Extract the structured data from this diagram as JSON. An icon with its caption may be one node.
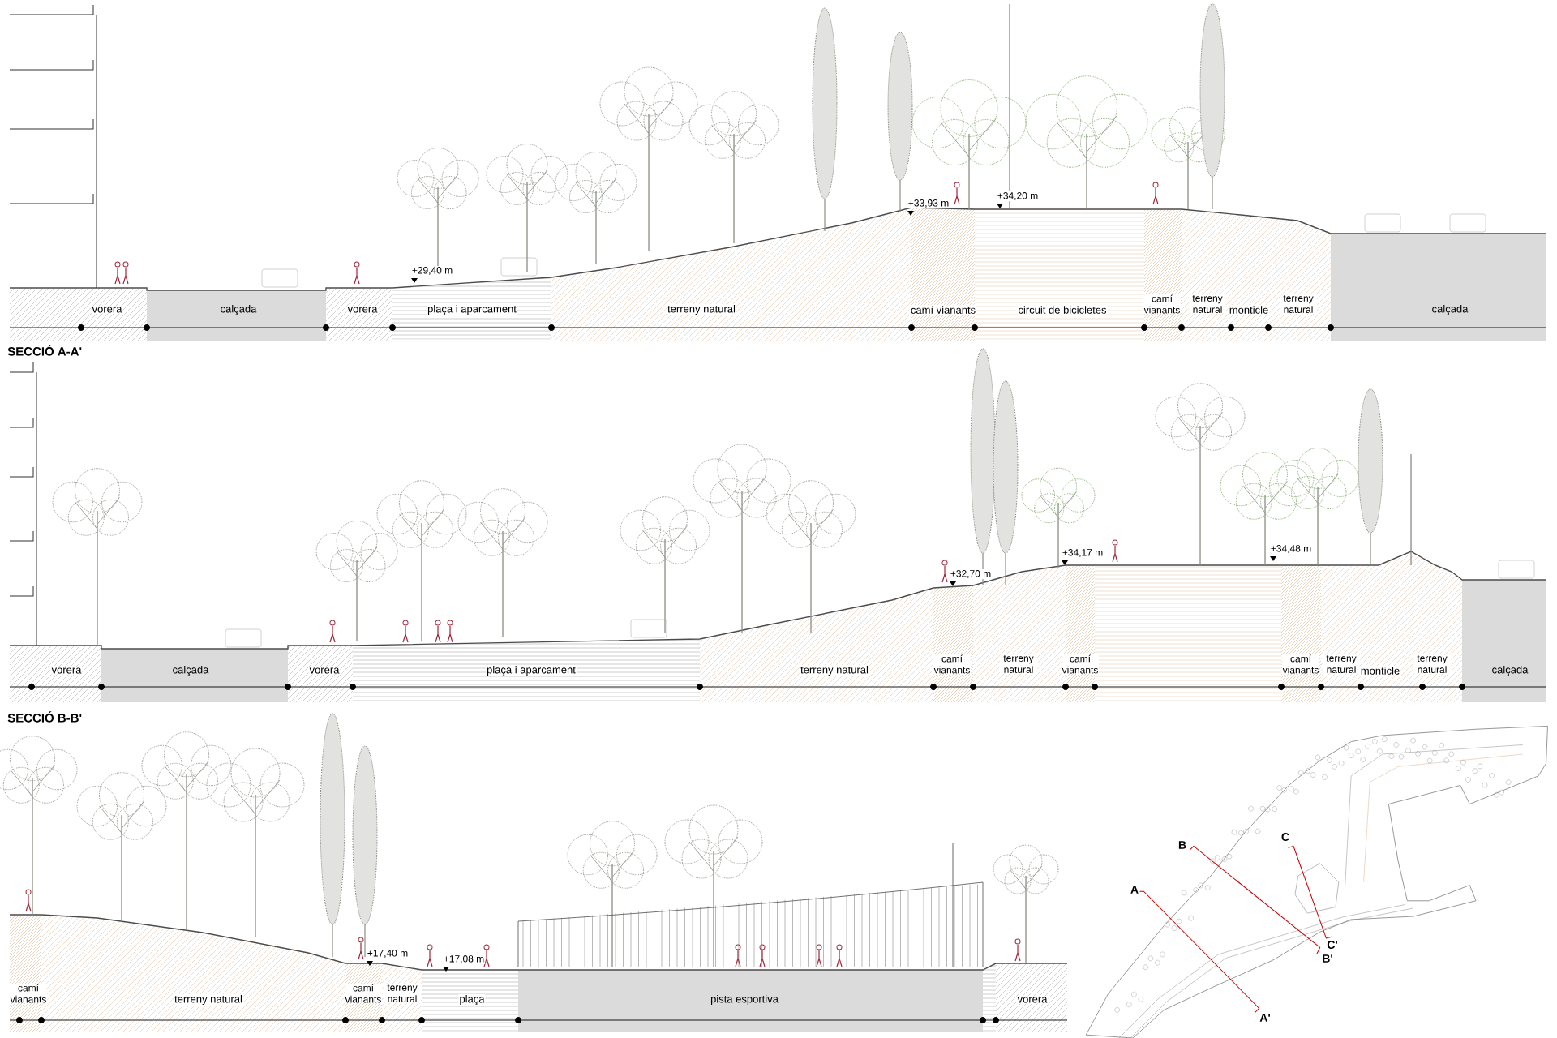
{
  "diagram": {
    "labels": [
      "+29,40 m",
      "+33,93 m",
      "+34,20 m",
      "vorera",
      "calçada",
      "vorera",
      "plaça i aparcament",
      "terreny natural",
      "camí vianants",
      "circuit de bicicletes",
      "camí vianants",
      "terreny natural",
      "monticle",
      "terreny natural",
      "calçada",
      "SECCIÓ A-A'",
      "+32,70 m",
      "+34,17 m",
      "+34,48 m",
      "vorera",
      "calçada",
      "vorera",
      "plaça i aparcament",
      "terreny natural",
      "camí vianants",
      "terreny natural",
      "camí vianants",
      "camí vianants",
      "terreny natural",
      "monticle",
      "terreny natural",
      "calçada",
      "SECCIÓ B-B'",
      "+17,40 m",
      "+17,08 m",
      "camí vianants",
      "terreny natural",
      "camí vianants",
      "terreny natural",
      "plaça",
      "pista esportiva",
      "vorera",
      "C",
      "B",
      "A",
      "C'",
      "B'",
      "A'"
    ]
  }
}
